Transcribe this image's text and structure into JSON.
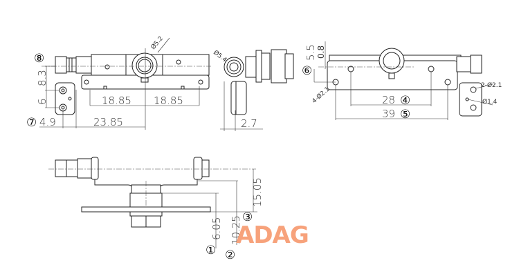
{
  "front_view": {
    "callout_8": "⑧",
    "callout_7": "⑦",
    "dim_8_3": "8.3",
    "dim_6": "6",
    "dim_4_9": "4.9",
    "dim_23_85": "23.85",
    "dim_18_85_left": "18.85",
    "dim_18_85_right": "18.85",
    "dia_5_2": "Ø5.2"
  },
  "side_view": {
    "dia_5_4": "Ø5.4",
    "dim_2_7": "2.7"
  },
  "top_view": {
    "callout_6": "⑥",
    "dim_5_5": "5.5",
    "dim_0_8": "0.8",
    "holes_4": "4-Ø2.1",
    "dim_28": "28",
    "callout_4": "④",
    "dim_39": "39",
    "callout_5": "⑤",
    "holes_2": "2-Ø2.1",
    "dia_1_4": "Ø1.4"
  },
  "bottom_view": {
    "dim_15_05": "15.05",
    "callout_3": "③",
    "dim_6_05": "6.05",
    "callout_1": "①",
    "dim_10_25": "10.25",
    "callout_2": "②"
  },
  "logo": {
    "text": "ADAG",
    "color": "#f7a27b"
  }
}
